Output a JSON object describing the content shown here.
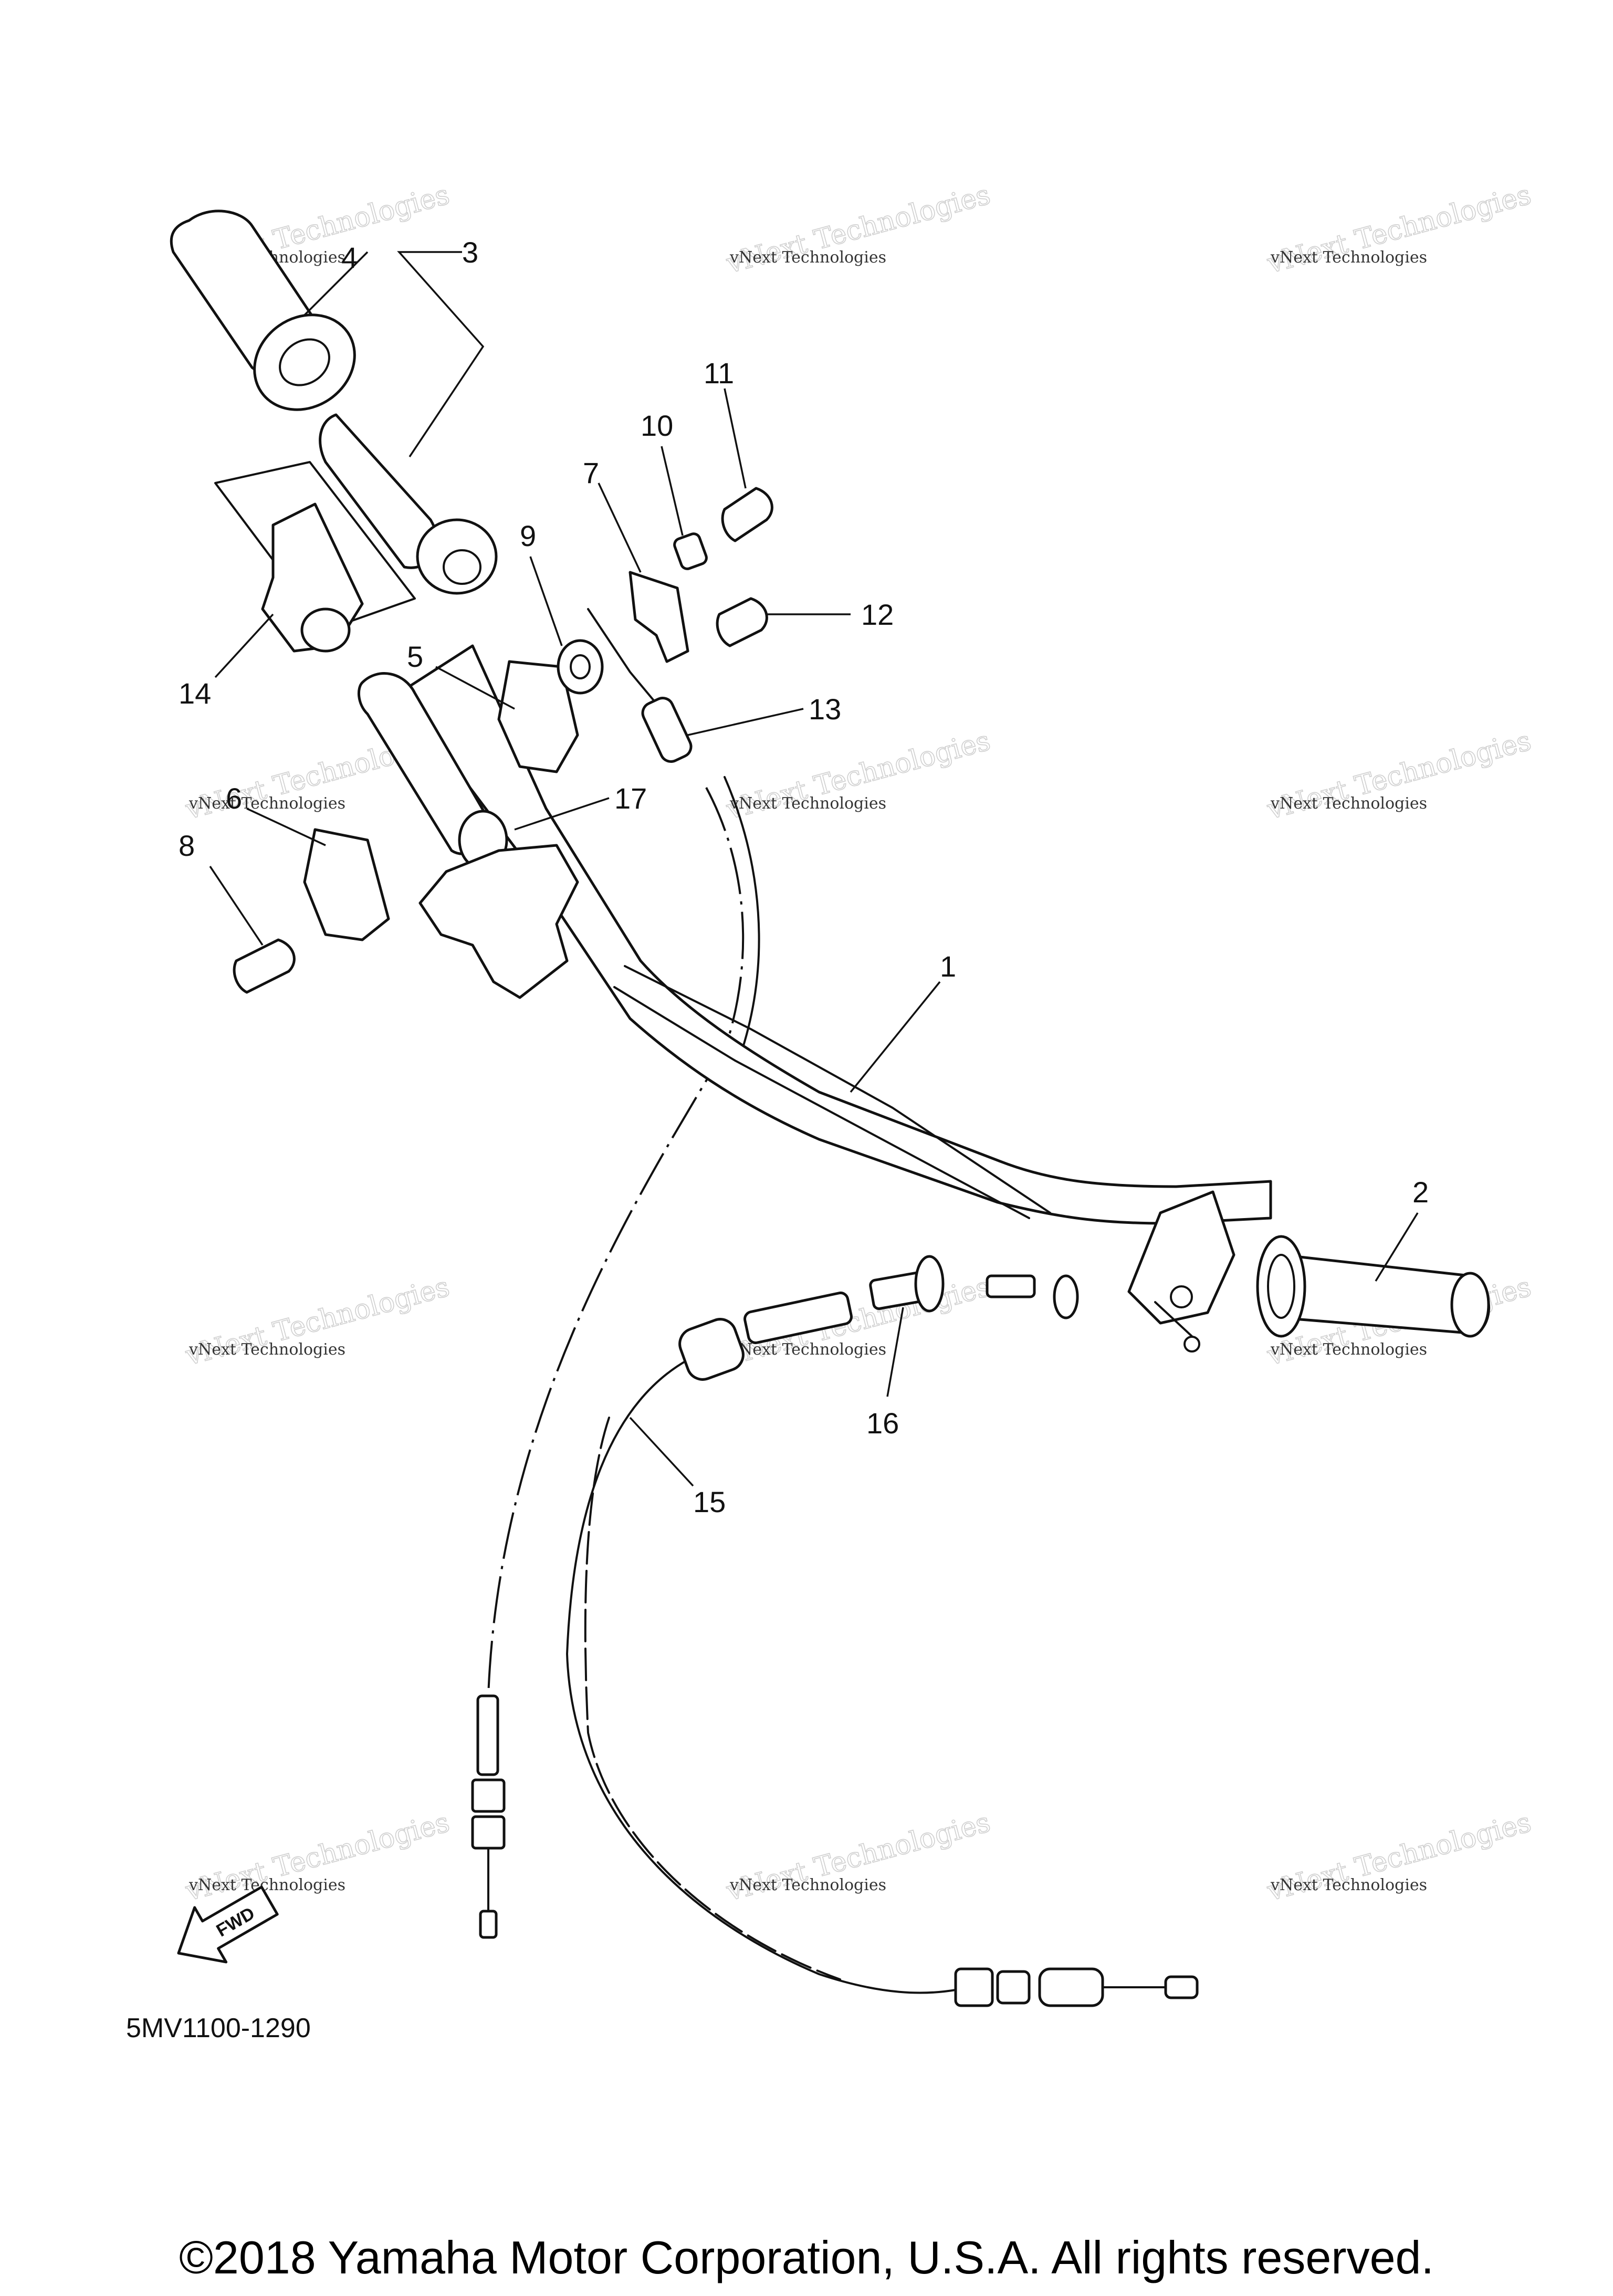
{
  "diagram": {
    "callouts": [
      "1",
      "2",
      "3",
      "4",
      "5",
      "6",
      "7",
      "8",
      "9",
      "10",
      "11",
      "12",
      "13",
      "14",
      "15",
      "16",
      "17"
    ],
    "diagram_code": "5MV1100-1290",
    "direction_label": "FWD",
    "copyright": "©2018 Yamaha Motor Corporation, U.S.A. All rights reserved.",
    "watermark": {
      "line1": "vNext Technologies",
      "line2": "vNext Technologies"
    }
  }
}
